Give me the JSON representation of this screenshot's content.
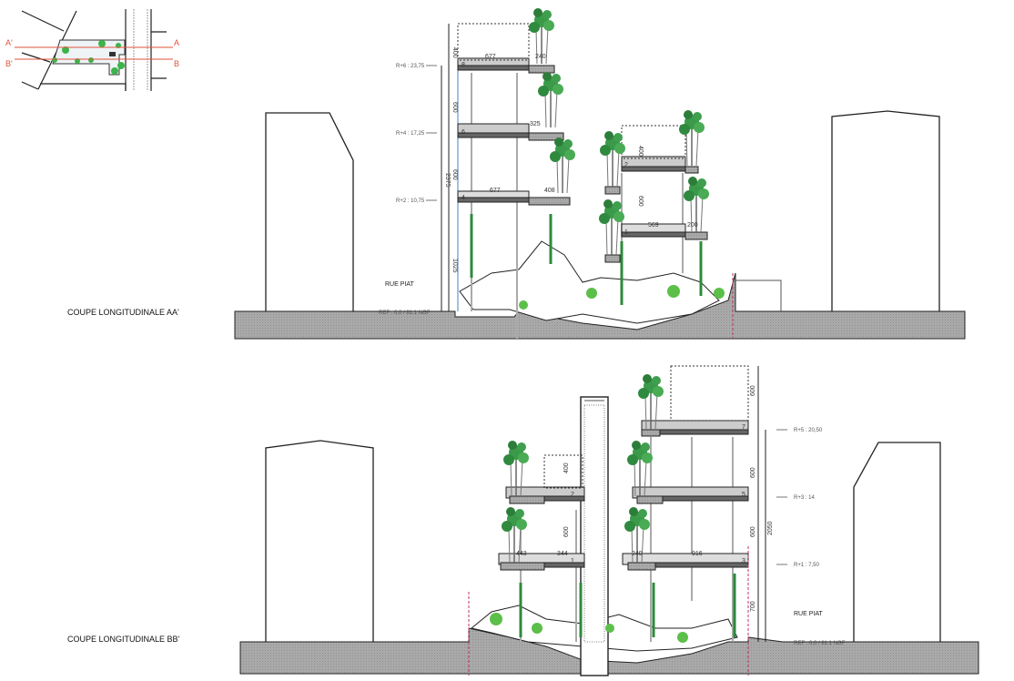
{
  "key_plan": {
    "cut_a_left": "A'",
    "cut_a_right": "A",
    "cut_b_left": "B'",
    "cut_b_right": "B"
  },
  "section_aa": {
    "title": "COUPE LONGITUDINALE AA'",
    "street": "RUE PIAT",
    "ref_level": "REF : 0,0 / 81.1 NGF",
    "levels": [
      "R+6 : 23,75",
      "R+4 : 17,25",
      "R+2 : 10,75"
    ],
    "floor_numbers": [
      "8",
      "6",
      "4",
      "2",
      "1"
    ],
    "dimensions": {
      "top": "400",
      "floor1": "600",
      "floor2": "600",
      "total": "2375",
      "base": "1025",
      "w8a": "677",
      "w8b": "240",
      "w6b": "325",
      "w4a": "677",
      "w4b": "408",
      "r_top": "400",
      "r_mid": "600",
      "w1a": "569",
      "w1b": "200"
    }
  },
  "section_bb": {
    "title": "COUPE LONGITUDINALE BB'",
    "street": "RUE PIAT",
    "ref_level": "REF : 0,0 / 81.1 NGF",
    "levels": [
      "R+5 : 20,50",
      "R+3 : 14",
      "R+1 : 7,50"
    ],
    "floor_numbers": [
      "7",
      "5",
      "3",
      "2",
      "1"
    ],
    "dimensions": {
      "l_top": "400",
      "l_mid": "600",
      "w1a": "443",
      "w1b": "344",
      "w3a": "240",
      "w3b": "916",
      "r1": "600",
      "r2": "600",
      "r3": "600",
      "total": "2050",
      "base": "700"
    }
  }
}
